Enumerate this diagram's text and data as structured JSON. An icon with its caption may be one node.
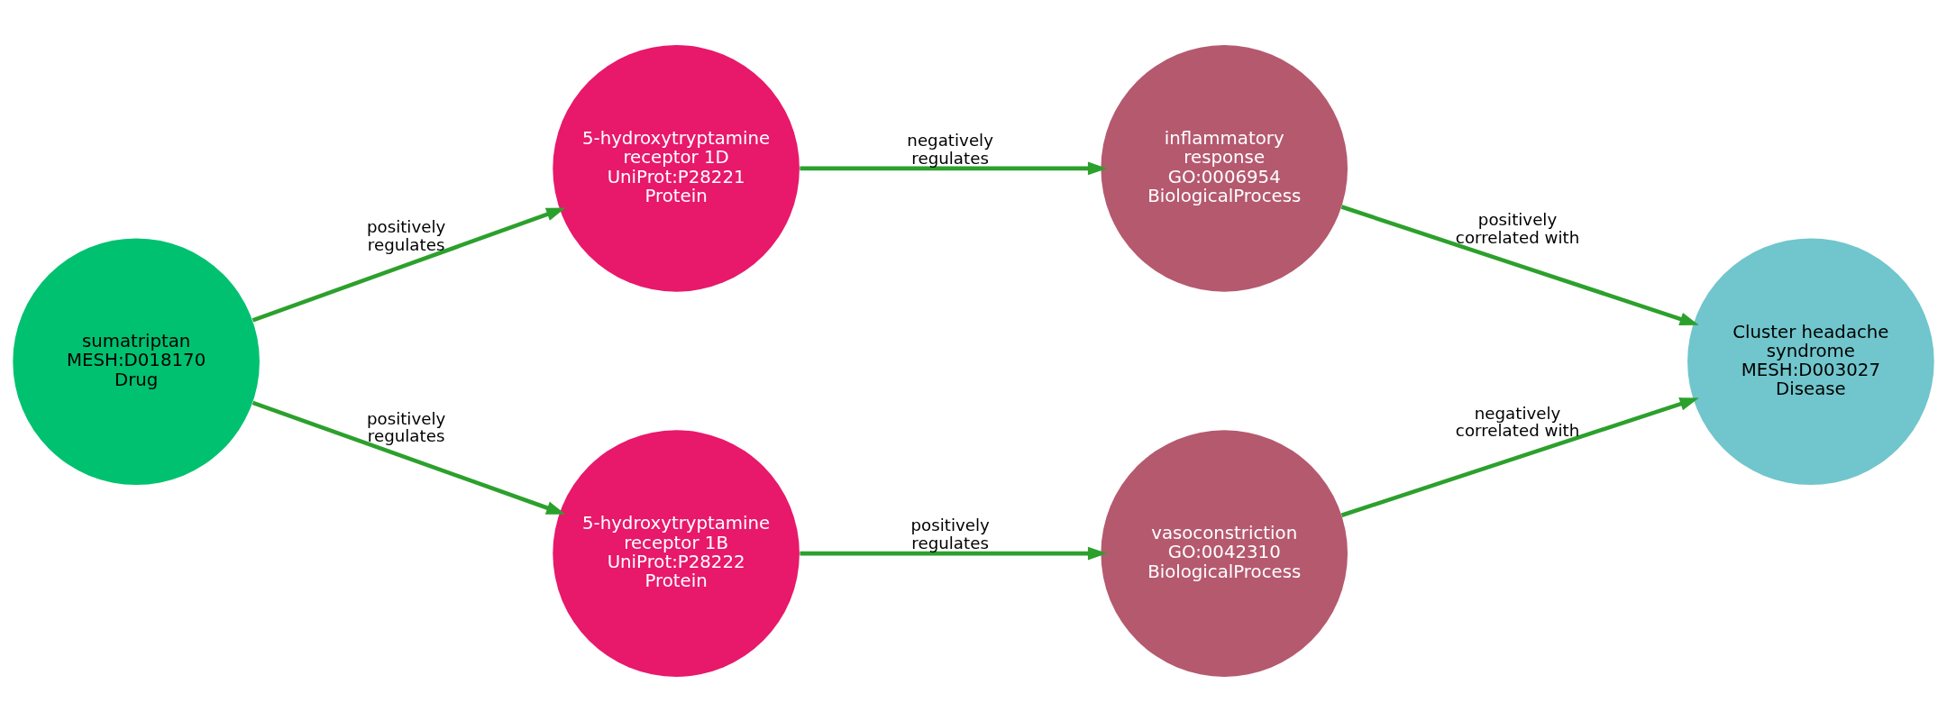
{
  "diagram": {
    "nodes": [
      {
        "text": [
          "sumatriptan",
          "MESH:D018170",
          "Drug"
        ]
      },
      {
        "text": [
          "5-hydroxytryptamine receptor 1D",
          "UniProt:P28221",
          "Protein"
        ]
      },
      {
        "text": [
          "5-hydroxytryptamine receptor 1B",
          "UniProt:P28222",
          "Protein"
        ]
      },
      {
        "text": [
          "inflammatory response",
          "GO:0006954",
          "BiologicalProcess"
        ]
      },
      {
        "text": [
          "vasoconstriction",
          "GO:0042310",
          "BiologicalProcess"
        ]
      },
      {
        "text": [
          "Cluster headache syndrome",
          "MESH:D003027",
          "Disease"
        ]
      }
    ],
    "edges": [
      {
        "from": 0,
        "to": 1,
        "arrow": "to",
        "label": "positively regulates"
      },
      {
        "from": 0,
        "to": 2,
        "arrow": "to",
        "label": "positively regulates"
      },
      {
        "from": 1,
        "to": 3,
        "arrow": "to",
        "label": "negatively regulates"
      },
      {
        "from": 2,
        "to": 4,
        "arrow": "to",
        "label": "positively regulates"
      },
      {
        "from": 3,
        "to": 5,
        "arrow": "to",
        "label": "positively correlated with"
      },
      {
        "from": 4,
        "to": 5,
        "arrow": "to",
        "label": "negatively correlated with"
      }
    ]
  }
}
